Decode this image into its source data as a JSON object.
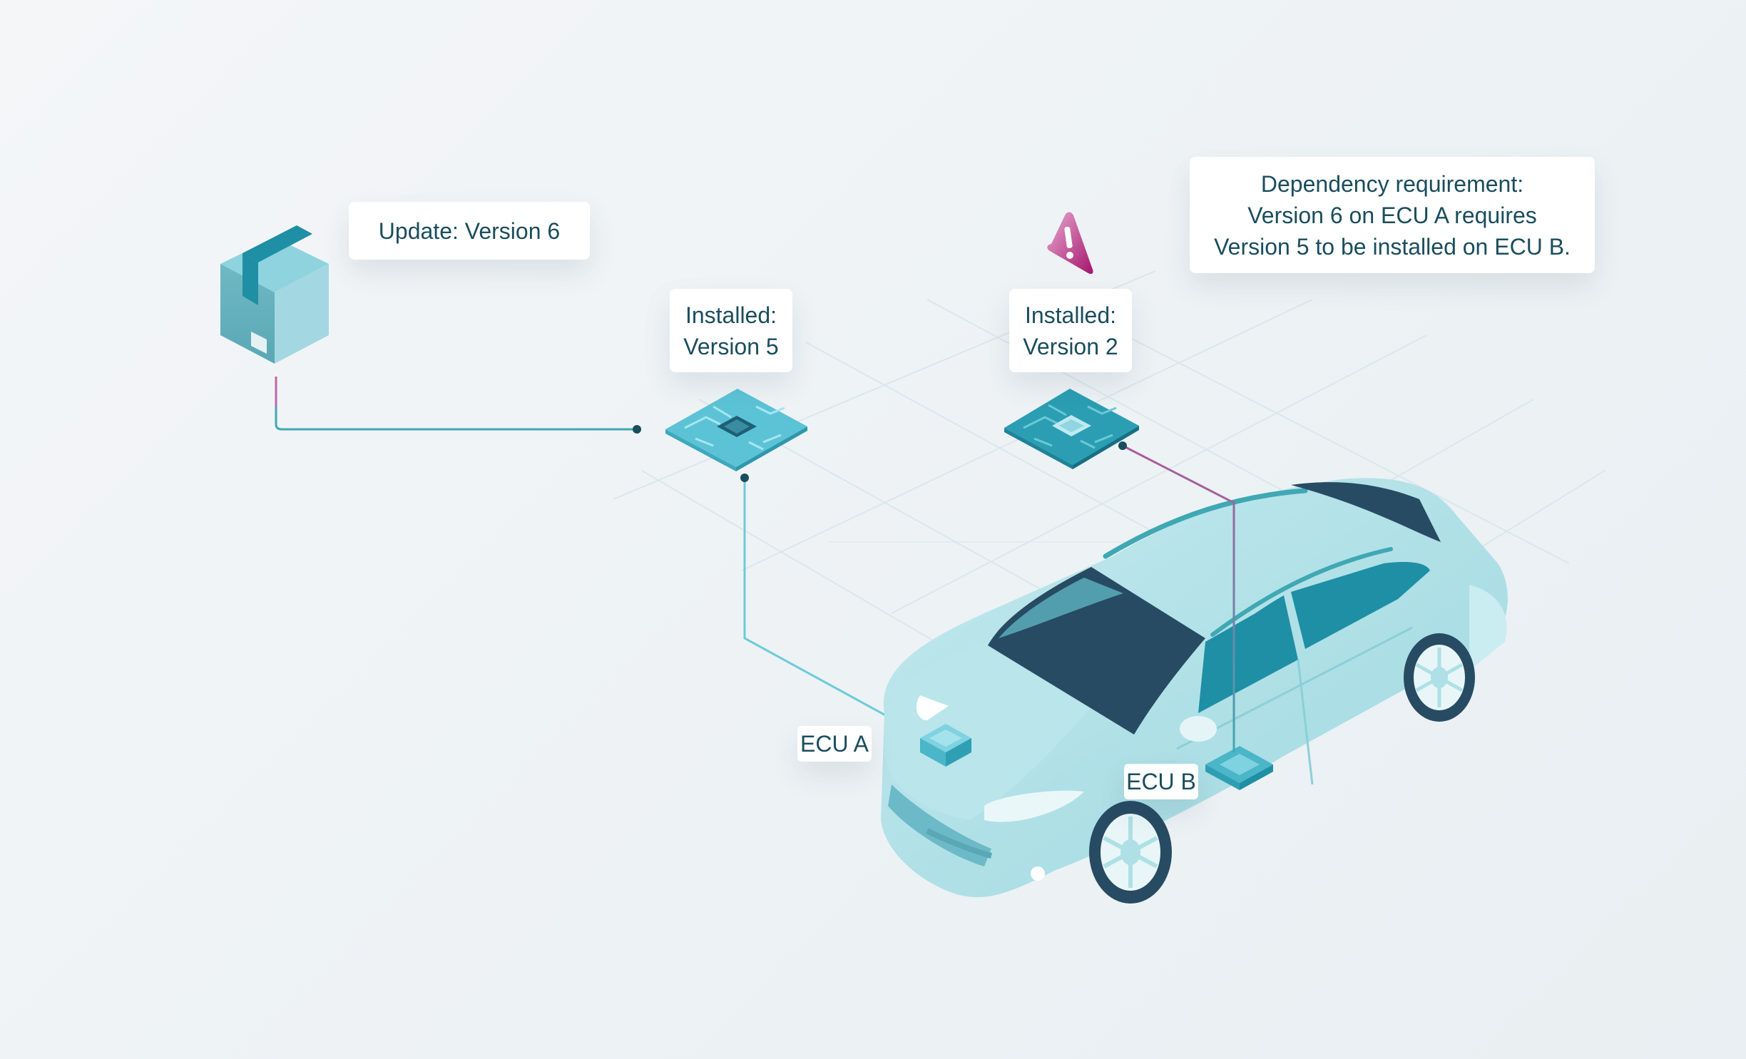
{
  "labels": {
    "update": "Update: Version 6",
    "installed_a": [
      "Installed:",
      "Version 5"
    ],
    "installed_b": [
      "Installed:",
      "Version 2"
    ],
    "dependency": [
      "Dependency requirement:",
      "Version 6 on ECU A requires",
      "Version 5 to be installed on ECU B."
    ],
    "ecu_a": "ECU A",
    "ecu_b": "ECU B"
  },
  "icons": {
    "package": "package-box-icon",
    "warning": "warning-triangle-icon",
    "chip": "circuit-board-chip-icon",
    "vehicle": "car-illustration"
  },
  "colors": {
    "text": "#1a4d5e",
    "teal_line": "#3fa8b3",
    "light_line": "#6ccbd9",
    "warning_line": "#c2589a",
    "car_body": "#aee0e6",
    "car_glass": "#274b63",
    "board": "#5cc3d6"
  }
}
